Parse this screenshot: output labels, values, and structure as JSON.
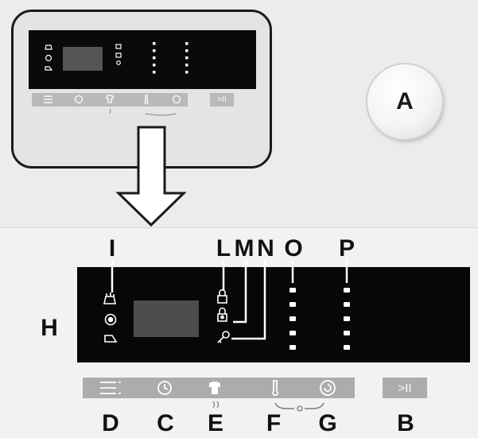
{
  "callouts": {
    "A": "A",
    "B": "B",
    "C": "C",
    "D": "D",
    "E": "E",
    "F": "F",
    "G": "G",
    "H": "H",
    "I": "I",
    "L": "L",
    "M": "M",
    "N": "N",
    "O": "O",
    "P": "P"
  },
  "controls": {
    "start_pause_glyph": ">II"
  },
  "icons": {
    "program_menu": "menu-lines-icon",
    "delay": "clock-icon",
    "steam": "shirt-steam-icon",
    "temperature": "thermometer-icon",
    "spin": "spiral-icon",
    "door_lock": "lock-icon",
    "child_lock": "lock-with-child-icon",
    "key_lock": "key-icon",
    "stain": "stain-icon",
    "eco": "eco-circle-icon",
    "rinse": "rinse-icon"
  },
  "colors": {
    "display": "#070707",
    "button_strip": "#acacac",
    "led": "#ffffff"
  }
}
